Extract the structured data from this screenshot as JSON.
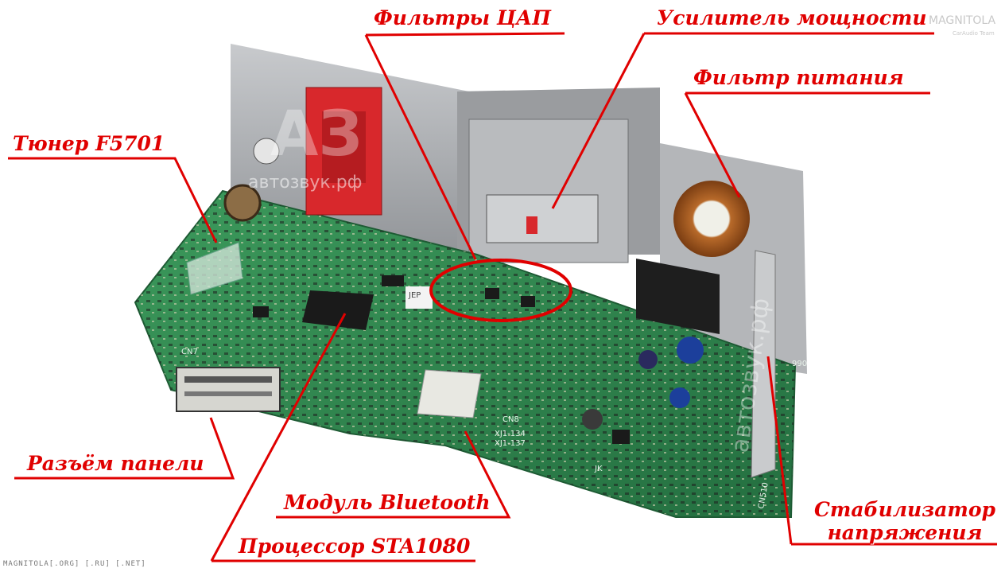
{
  "labels": {
    "dac_filters": "Фильтры ЦАП",
    "power_amp": "Усилитель мощности",
    "power_filter": "Фильтр питания",
    "tuner": "Тюнер F5701",
    "panel_connector": "Разъём панели",
    "bluetooth": "Модуль Bluetooth",
    "processor": "Процессор STA1080",
    "stabilizer_line1": "Стабилизатор",
    "stabilizer_line2": "напряжения"
  },
  "watermarks": {
    "big_logo": "АЗ",
    "site": "автозвук.рф",
    "vertical": "автозвук.рф",
    "corner_brand": "MAGNITOLA",
    "corner_team": "CarAudio Team"
  },
  "board_marks": {
    "cn7": "CN7",
    "cn8": "CN8",
    "cn510": "CN510",
    "num990": "990",
    "jk": "JK",
    "jep": "JEP",
    "code1": "XJ1-134",
    "code2": "XJ1-137"
  },
  "footer": "MAGNITOLA[.ORG] [.RU] [.NET]",
  "colors": {
    "annotation_red": "#e00000",
    "pcb_green": "#2f8a4f",
    "chassis_gray": "#a7a9ac",
    "connector_red": "#d8282c",
    "copper": "#b86a2a"
  }
}
